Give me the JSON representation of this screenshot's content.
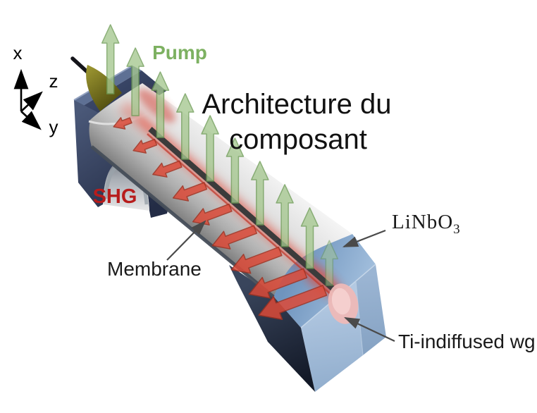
{
  "figure": {
    "title": {
      "line1": "Architecture du",
      "line2": "composant"
    },
    "labels": {
      "pump": "Pump",
      "shg": "SHG",
      "membrane": "Membrane",
      "linbo3_base": "LiNbO",
      "linbo3_sub": "3",
      "ti_wg": "Ti-indiffused wg"
    },
    "axes": {
      "x": "x",
      "y": "y",
      "z": "z"
    },
    "colors": {
      "pump_green": "#7DB161",
      "shg_red": "#B71C1C",
      "title_color": "#111111",
      "label_color": "#1A1A1A",
      "annotation_gray": "#4A4A4A",
      "axis_black": "#000000",
      "pump_arrow_fill": "#A5C78F",
      "pump_arrow_edge": "#6C9B54",
      "shg_arrow_fill": "#DC4A38",
      "shg_arrow_edge": "#A23120",
      "membrane_gray": "#C7C7C7",
      "support_navy": "#3C4A69",
      "substrate_blue": "#8FB0D0",
      "waveguide_dark": "#3B3B3B",
      "glow_red": "#E04636",
      "mode_pink": "#EEB9B7",
      "fiber_olive": "#8A8530"
    }
  }
}
